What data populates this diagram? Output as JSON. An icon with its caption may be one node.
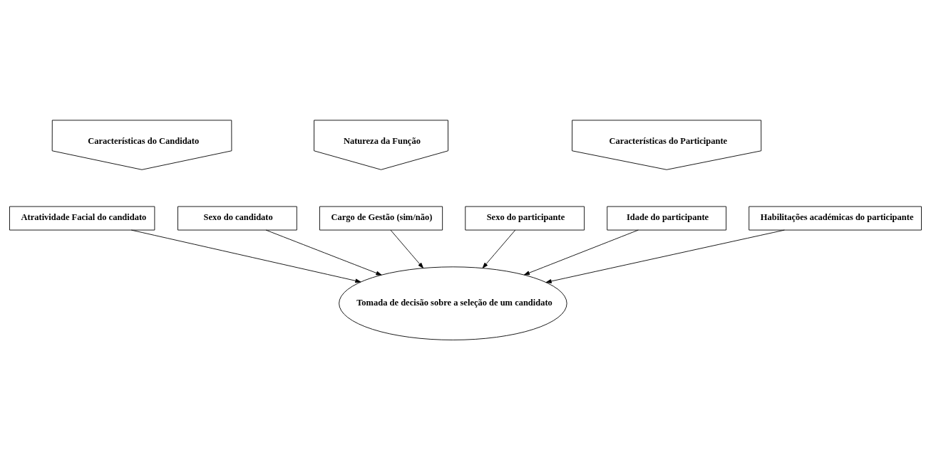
{
  "diagram": {
    "nodes": [
      {
        "text": [
          "Características do Candidato"
        ]
      },
      {
        "text": [
          "Natureza da Função"
        ]
      },
      {
        "text": [
          "Características do Participante"
        ]
      },
      {
        "text": [
          "Cargo de Gestão (sim/não)"
        ]
      },
      {
        "text": [
          "Atratividade Facial do candidato"
        ]
      },
      {
        "text": [
          "Sexo do participante"
        ]
      },
      {
        "text": [
          "Tomada de decisão sobre a seleção de um candidato"
        ]
      },
      {
        "text": [
          "Idade do participante"
        ]
      },
      {
        "text": [
          "Sexo do candidato"
        ]
      },
      {
        "text": [
          "Habilitações académicas do participante"
        ]
      }
    ],
    "edges": [
      {
        "from": 3,
        "to": 6,
        "arrow": "to"
      },
      {
        "from": 4,
        "to": 6,
        "arrow": "to"
      },
      {
        "from": 5,
        "to": 6,
        "arrow": "to"
      },
      {
        "from": 7,
        "to": 6,
        "arrow": "to"
      },
      {
        "from": 8,
        "to": 6,
        "arrow": "to"
      },
      {
        "from": 9,
        "to": 6,
        "arrow": "to"
      }
    ]
  }
}
